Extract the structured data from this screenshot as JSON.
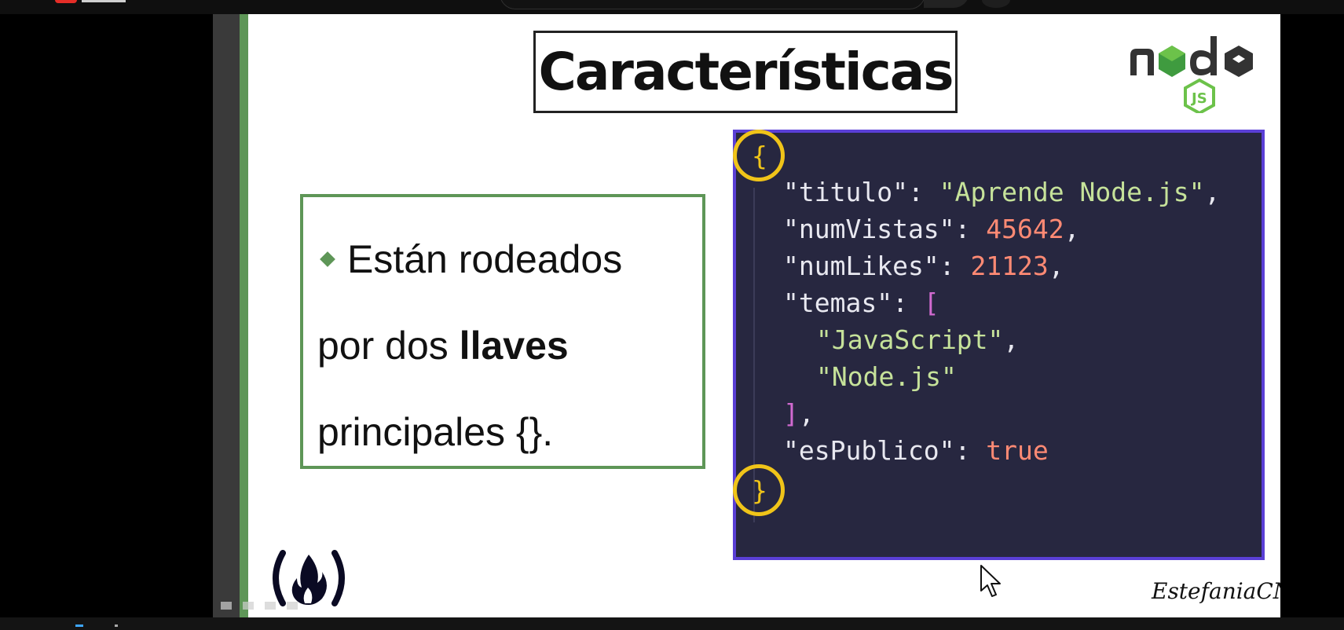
{
  "slide": {
    "title": "Características",
    "bullet": {
      "line1": "Están rodeados",
      "line2_plain": "por dos ",
      "line2_bold": "llaves",
      "line3": "principales {}."
    },
    "signature": "EstefaniaCN"
  },
  "code": {
    "open_brace": "{",
    "close_brace": "}",
    "lines": [
      {
        "key": "\"titulo\"",
        "sep": ": ",
        "value": "\"Aprende Node.js\"",
        "value_type": "string",
        "trail": ","
      },
      {
        "key": "\"numVistas\"",
        "sep": ": ",
        "value": "45642",
        "value_type": "number",
        "trail": ","
      },
      {
        "key": "\"numLikes\"",
        "sep": ": ",
        "value": "21123",
        "value_type": "number",
        "trail": ","
      },
      {
        "key": "\"temas\"",
        "sep": ": ",
        "value": "[",
        "value_type": "bracket",
        "trail": ""
      },
      {
        "item": "\"JavaScript\"",
        "trail": ","
      },
      {
        "item": "\"Node.js\"",
        "trail": ""
      },
      {
        "close": "]",
        "trail": ","
      },
      {
        "key": "\"esPublico\"",
        "sep": ": ",
        "value": "true",
        "value_type": "boolean",
        "trail": ""
      }
    ]
  },
  "icons": {
    "node_logo": "nodejs-logo-icon",
    "fcc_logo": "freecodecamp-flame-icon",
    "cursor": "mouse-pointer-icon"
  },
  "colors": {
    "slide_accent": "#5e9657",
    "code_bg": "#272740",
    "code_border": "#5a3fd6",
    "highlight_circle": "#f0c419",
    "string": "#c6e29a",
    "number": "#ff8a74",
    "bracket": "#d16ad0"
  }
}
